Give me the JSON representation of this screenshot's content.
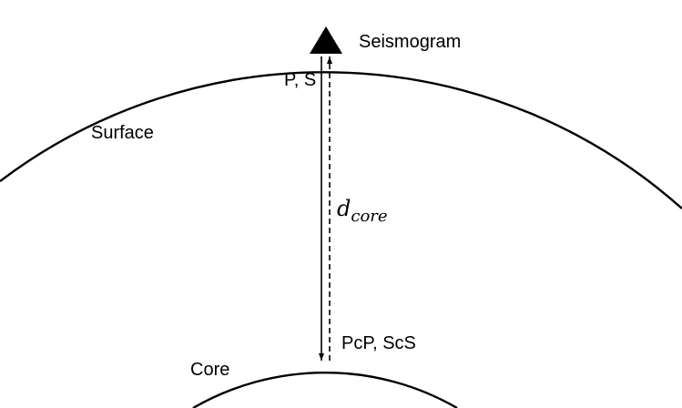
{
  "labels": {
    "seismogram": "Seismogram",
    "surface": "Surface",
    "core": "Core",
    "direct_phases": "P, S",
    "reflected_phases": "PcP, ScS",
    "distance_symbol": "d",
    "distance_subscript": "core"
  },
  "colors": {
    "stroke": "#000000",
    "background": "#ffffff"
  },
  "icons": {
    "station": "triangle-station-icon"
  }
}
